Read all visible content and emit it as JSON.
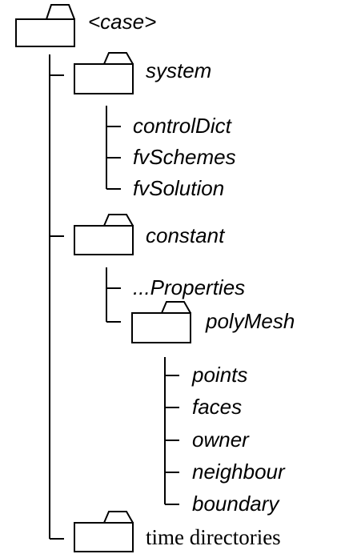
{
  "root": {
    "label": "<case>"
  },
  "system": {
    "label": "system",
    "files": [
      "controlDict",
      "fvSchemes",
      "fvSolution"
    ]
  },
  "constant": {
    "label": "constant",
    "properties_label": "...Properties",
    "polymesh": {
      "label": "polyMesh",
      "files": [
        "points",
        "faces",
        "owner",
        "neighbour",
        "boundary"
      ]
    }
  },
  "time_dirs": {
    "label": "time directories"
  },
  "colors": {
    "ink": "#000000",
    "background": "#ffffff"
  },
  "icons": {
    "folder": "folder-icon"
  }
}
